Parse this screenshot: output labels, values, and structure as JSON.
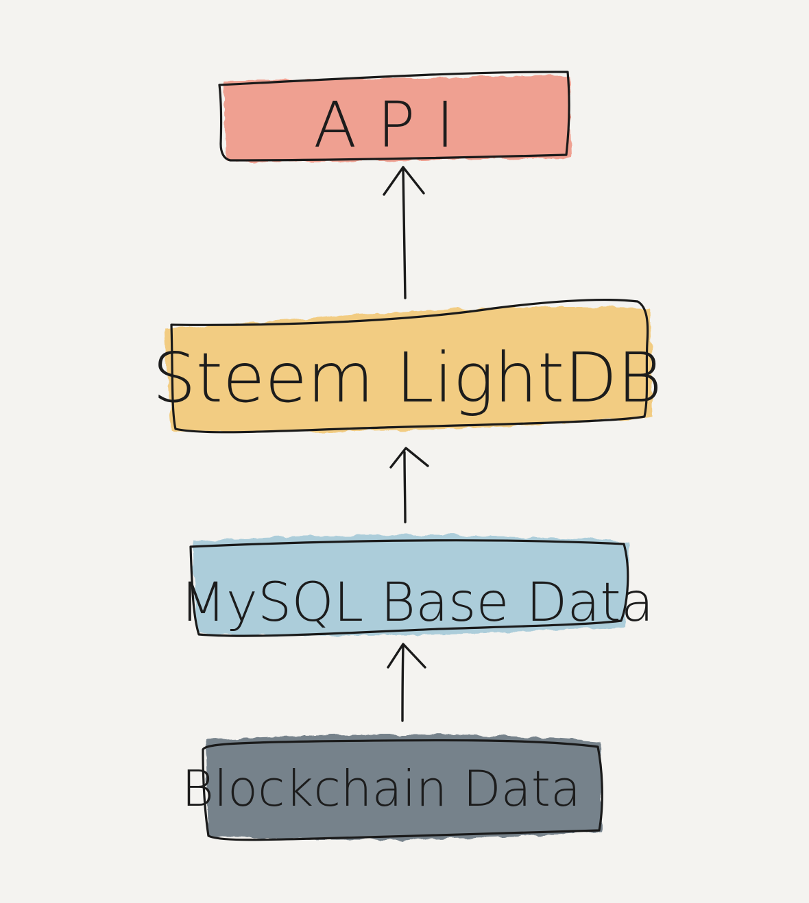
{
  "diagram": {
    "nodes": {
      "api": {
        "label": "API",
        "color": "#ef9a8a"
      },
      "steem": {
        "label": "Steem LightDB",
        "color": "#f2c979"
      },
      "mysql": {
        "label": "MySQL Base Data",
        "color": "#a9ccd9"
      },
      "blockchain": {
        "label": "Blockchain Data",
        "color": "#6f7b86"
      }
    },
    "edges": [
      {
        "from": "steem",
        "to": "api"
      },
      {
        "from": "mysql",
        "to": "steem"
      },
      {
        "from": "blockchain",
        "to": "mysql"
      }
    ]
  }
}
